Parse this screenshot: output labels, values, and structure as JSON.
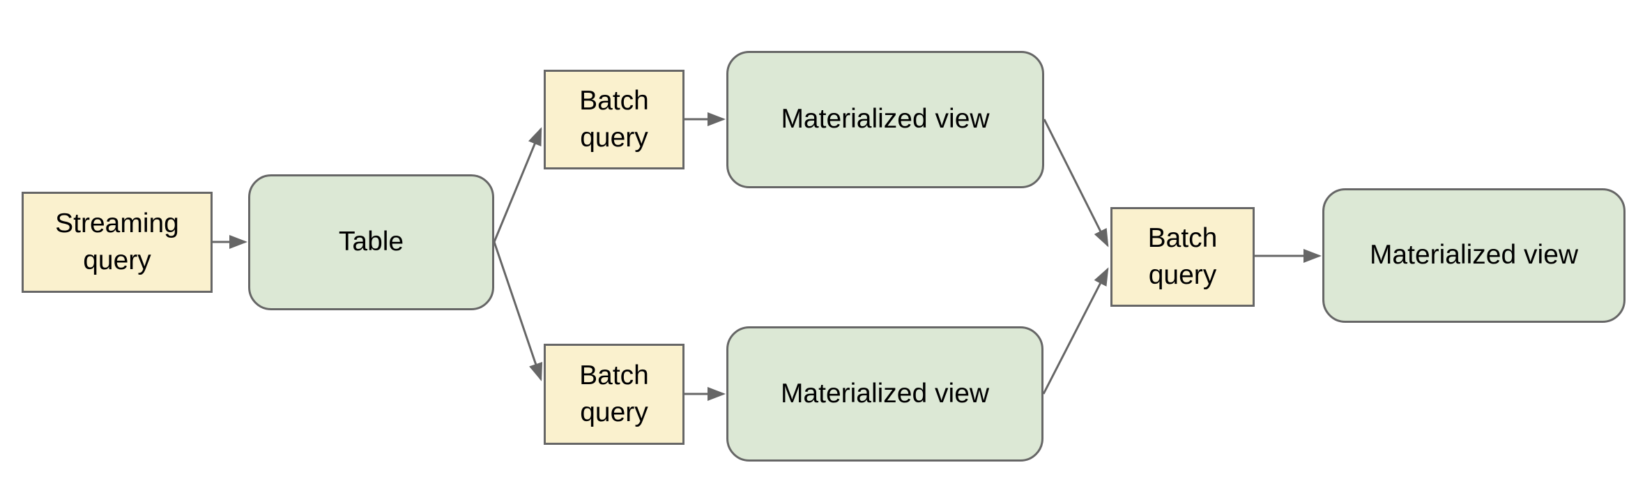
{
  "diagram": {
    "description": "Data pipeline flow diagram",
    "nodes": {
      "streaming_query": {
        "label": "Streaming query",
        "kind": "query",
        "shape": "rectangle"
      },
      "table": {
        "label": "Table",
        "kind": "table",
        "shape": "rounded-rectangle"
      },
      "batch_query_top": {
        "label": "Batch query",
        "kind": "query",
        "shape": "rectangle"
      },
      "materialized_view_top": {
        "label": "Materialized view",
        "kind": "view",
        "shape": "rounded-rectangle"
      },
      "batch_query_bottom": {
        "label": "Batch query",
        "kind": "query",
        "shape": "rectangle"
      },
      "materialized_view_bottom": {
        "label": "Materialized view",
        "kind": "view",
        "shape": "rounded-rectangle"
      },
      "batch_query_right": {
        "label": "Batch query",
        "kind": "query",
        "shape": "rectangle"
      },
      "materialized_view_right": {
        "label": "Materialized view",
        "kind": "view",
        "shape": "rounded-rectangle"
      }
    },
    "edges": [
      {
        "from": "streaming_query",
        "to": "table"
      },
      {
        "from": "table",
        "to": "batch_query_top"
      },
      {
        "from": "table",
        "to": "batch_query_bottom"
      },
      {
        "from": "batch_query_top",
        "to": "materialized_view_top"
      },
      {
        "from": "batch_query_bottom",
        "to": "materialized_view_bottom"
      },
      {
        "from": "materialized_view_top",
        "to": "batch_query_right"
      },
      {
        "from": "materialized_view_bottom",
        "to": "batch_query_right"
      },
      {
        "from": "batch_query_right",
        "to": "materialized_view_right"
      }
    ],
    "colors": {
      "query_fill": "#FAF1CE",
      "view_fill": "#DCE8D5",
      "border_color": "#666666",
      "connector_color": "#666666",
      "text_color": "#000000",
      "background": "#FFFFFF"
    }
  }
}
